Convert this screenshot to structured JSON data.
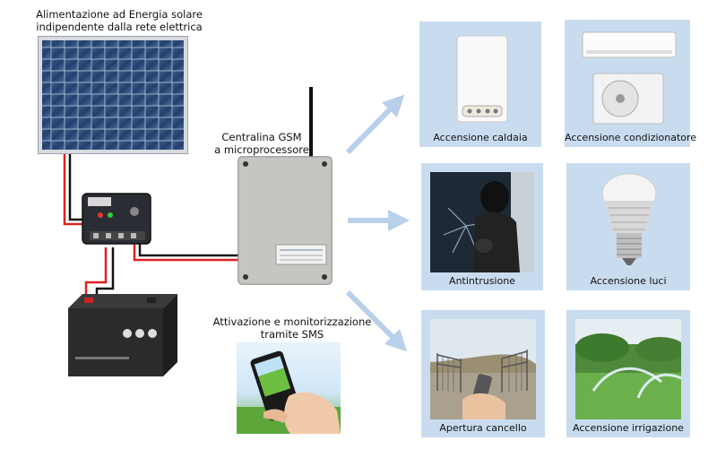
{
  "solar_caption": [
    "Alimentazione ad Energia solare",
    "indipendente dalla rete elettrica"
  ],
  "gsm_caption": [
    "Centralina GSM",
    "a microprocessore"
  ],
  "sms_caption": [
    "Attivazione e monitorizzazione",
    "tramite SMS"
  ],
  "devices": [
    {
      "label": "Accensione caldaia",
      "icon": "boiler-icon"
    },
    {
      "label": "Accensione condizionatore",
      "icon": "air-conditioner-icon"
    },
    {
      "label": "Antintrusione",
      "icon": "intruder-icon"
    },
    {
      "label": "Accensione luci",
      "icon": "light-bulb-icon"
    },
    {
      "label": "Apertura cancello",
      "icon": "gate-icon"
    },
    {
      "label": "Accensione irrigazione",
      "icon": "sprinkler-icon"
    }
  ],
  "colors": {
    "tile_bg": "#c9dcef",
    "arrow": "#b8d0ea",
    "wire_red": "#e02020",
    "wire_black": "#111111"
  }
}
